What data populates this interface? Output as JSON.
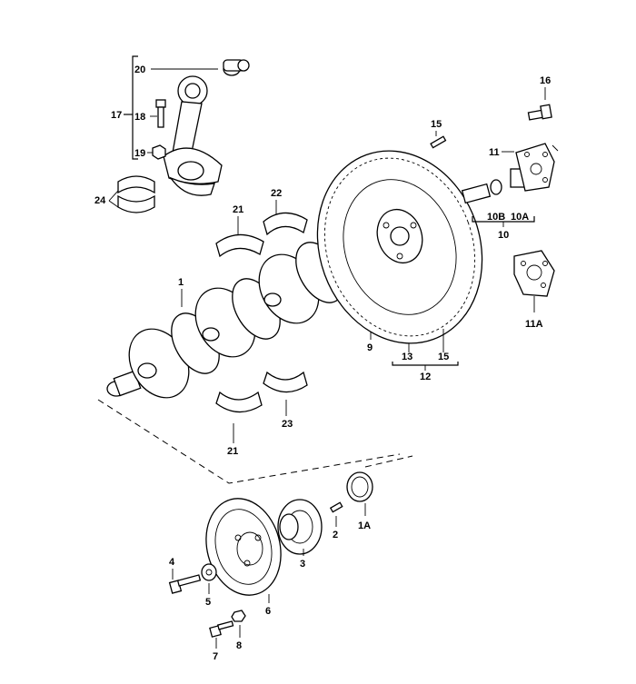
{
  "callouts": {
    "c1": "1",
    "c1A": "1A",
    "c2": "2",
    "c3": "3",
    "c4": "4",
    "c5": "5",
    "c6": "6",
    "c7": "7",
    "c8": "8",
    "c9": "9",
    "c10": "10",
    "c10A": "10A",
    "c10B": "10B",
    "c11": "11",
    "c11A": "11A",
    "c12": "12",
    "c13": "13",
    "c15a": "15",
    "c15b": "15",
    "c16": "16",
    "c17": "17",
    "c18": "18",
    "c19": "19",
    "c20": "20",
    "c21a": "21",
    "c21b": "21",
    "c22": "22",
    "c23": "23",
    "c24": "24"
  }
}
